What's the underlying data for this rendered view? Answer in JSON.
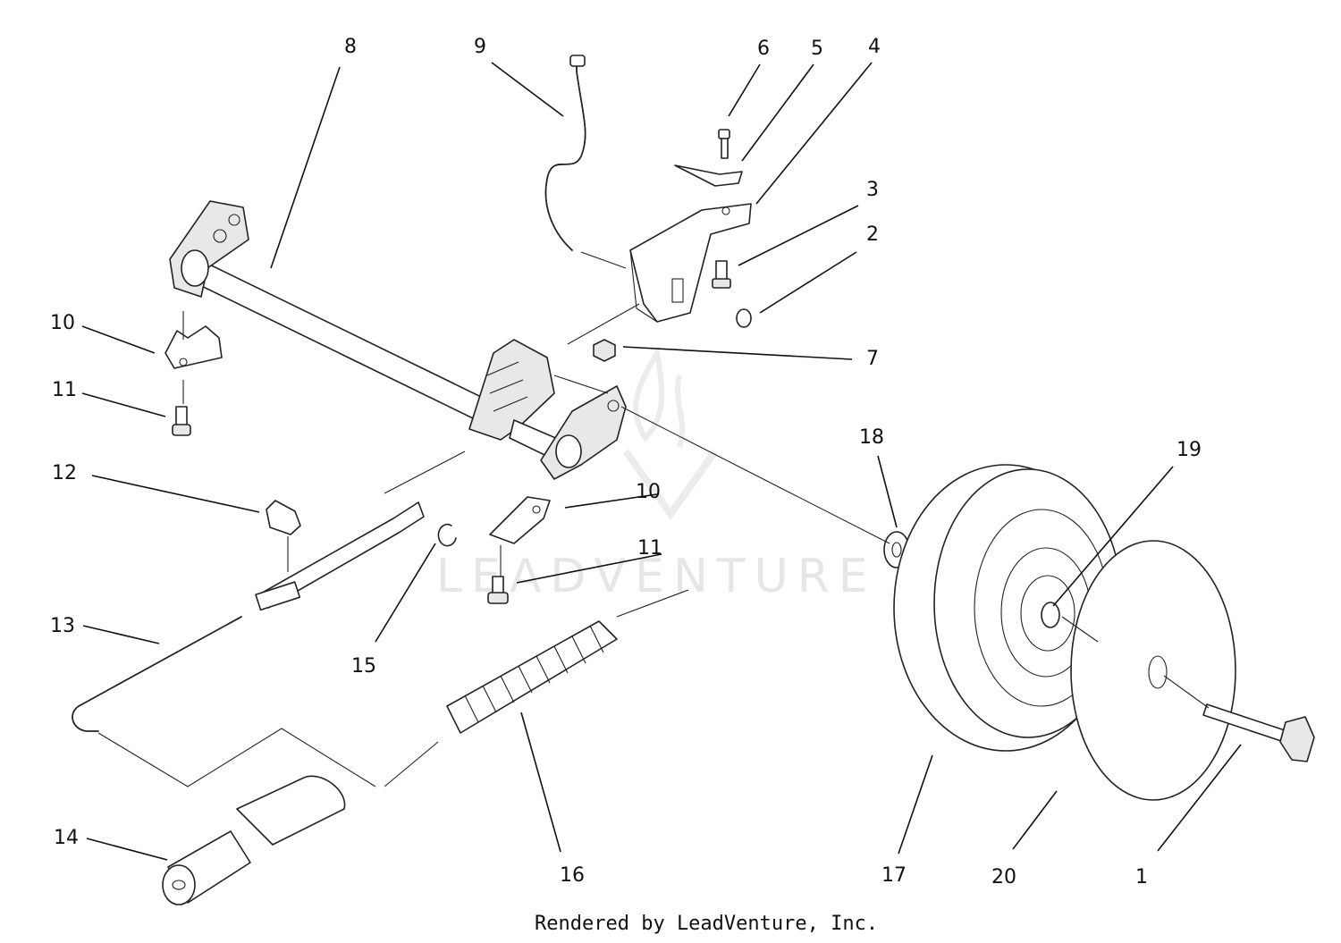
{
  "watermark": {
    "text": "LEADVENTURE"
  },
  "credit": {
    "text": "Rendered by LeadVenture, Inc."
  },
  "callouts": [
    {
      "id": "c8",
      "label": "8"
    },
    {
      "id": "c9",
      "label": "9"
    },
    {
      "id": "c6",
      "label": "6"
    },
    {
      "id": "c5",
      "label": "5"
    },
    {
      "id": "c4",
      "label": "4"
    },
    {
      "id": "c3",
      "label": "3"
    },
    {
      "id": "c2",
      "label": "2"
    },
    {
      "id": "c7",
      "label": "7"
    },
    {
      "id": "c10a",
      "label": "10"
    },
    {
      "id": "c11a",
      "label": "11"
    },
    {
      "id": "c12",
      "label": "12"
    },
    {
      "id": "c10b",
      "label": "10"
    },
    {
      "id": "c11b",
      "label": "11"
    },
    {
      "id": "c13",
      "label": "13"
    },
    {
      "id": "c15",
      "label": "15"
    },
    {
      "id": "c14",
      "label": "14"
    },
    {
      "id": "c16",
      "label": "16"
    },
    {
      "id": "c17",
      "label": "17"
    },
    {
      "id": "c18",
      "label": "18"
    },
    {
      "id": "c19",
      "label": "19"
    },
    {
      "id": "c20",
      "label": "20"
    },
    {
      "id": "c1",
      "label": "1"
    }
  ]
}
